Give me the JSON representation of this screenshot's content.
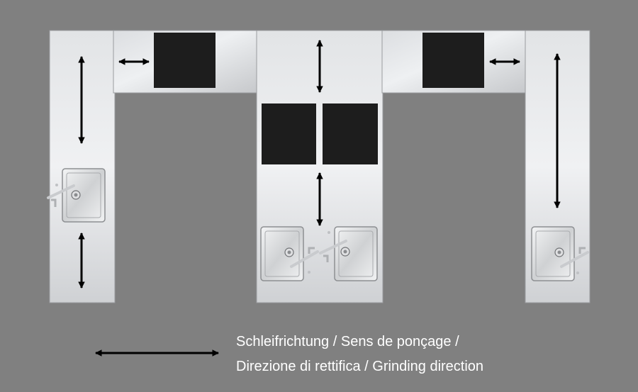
{
  "legend": {
    "line1": "Schleifrichtung / Sens de ponçage /",
    "line2": "Direzione di rettifica / Grinding direction"
  },
  "colors": {
    "background": "#808080",
    "steel_light": "#e6e7e9",
    "steel_dark": "#b4b6b9",
    "hob": "#1d1d1d",
    "arrow": "#000000",
    "text": "#ffffff"
  },
  "icons": {
    "sink": "sink-icon",
    "faucet": "faucet-icon",
    "hob": "hob-zone",
    "grinding_direction": "double-arrow-icon"
  }
}
